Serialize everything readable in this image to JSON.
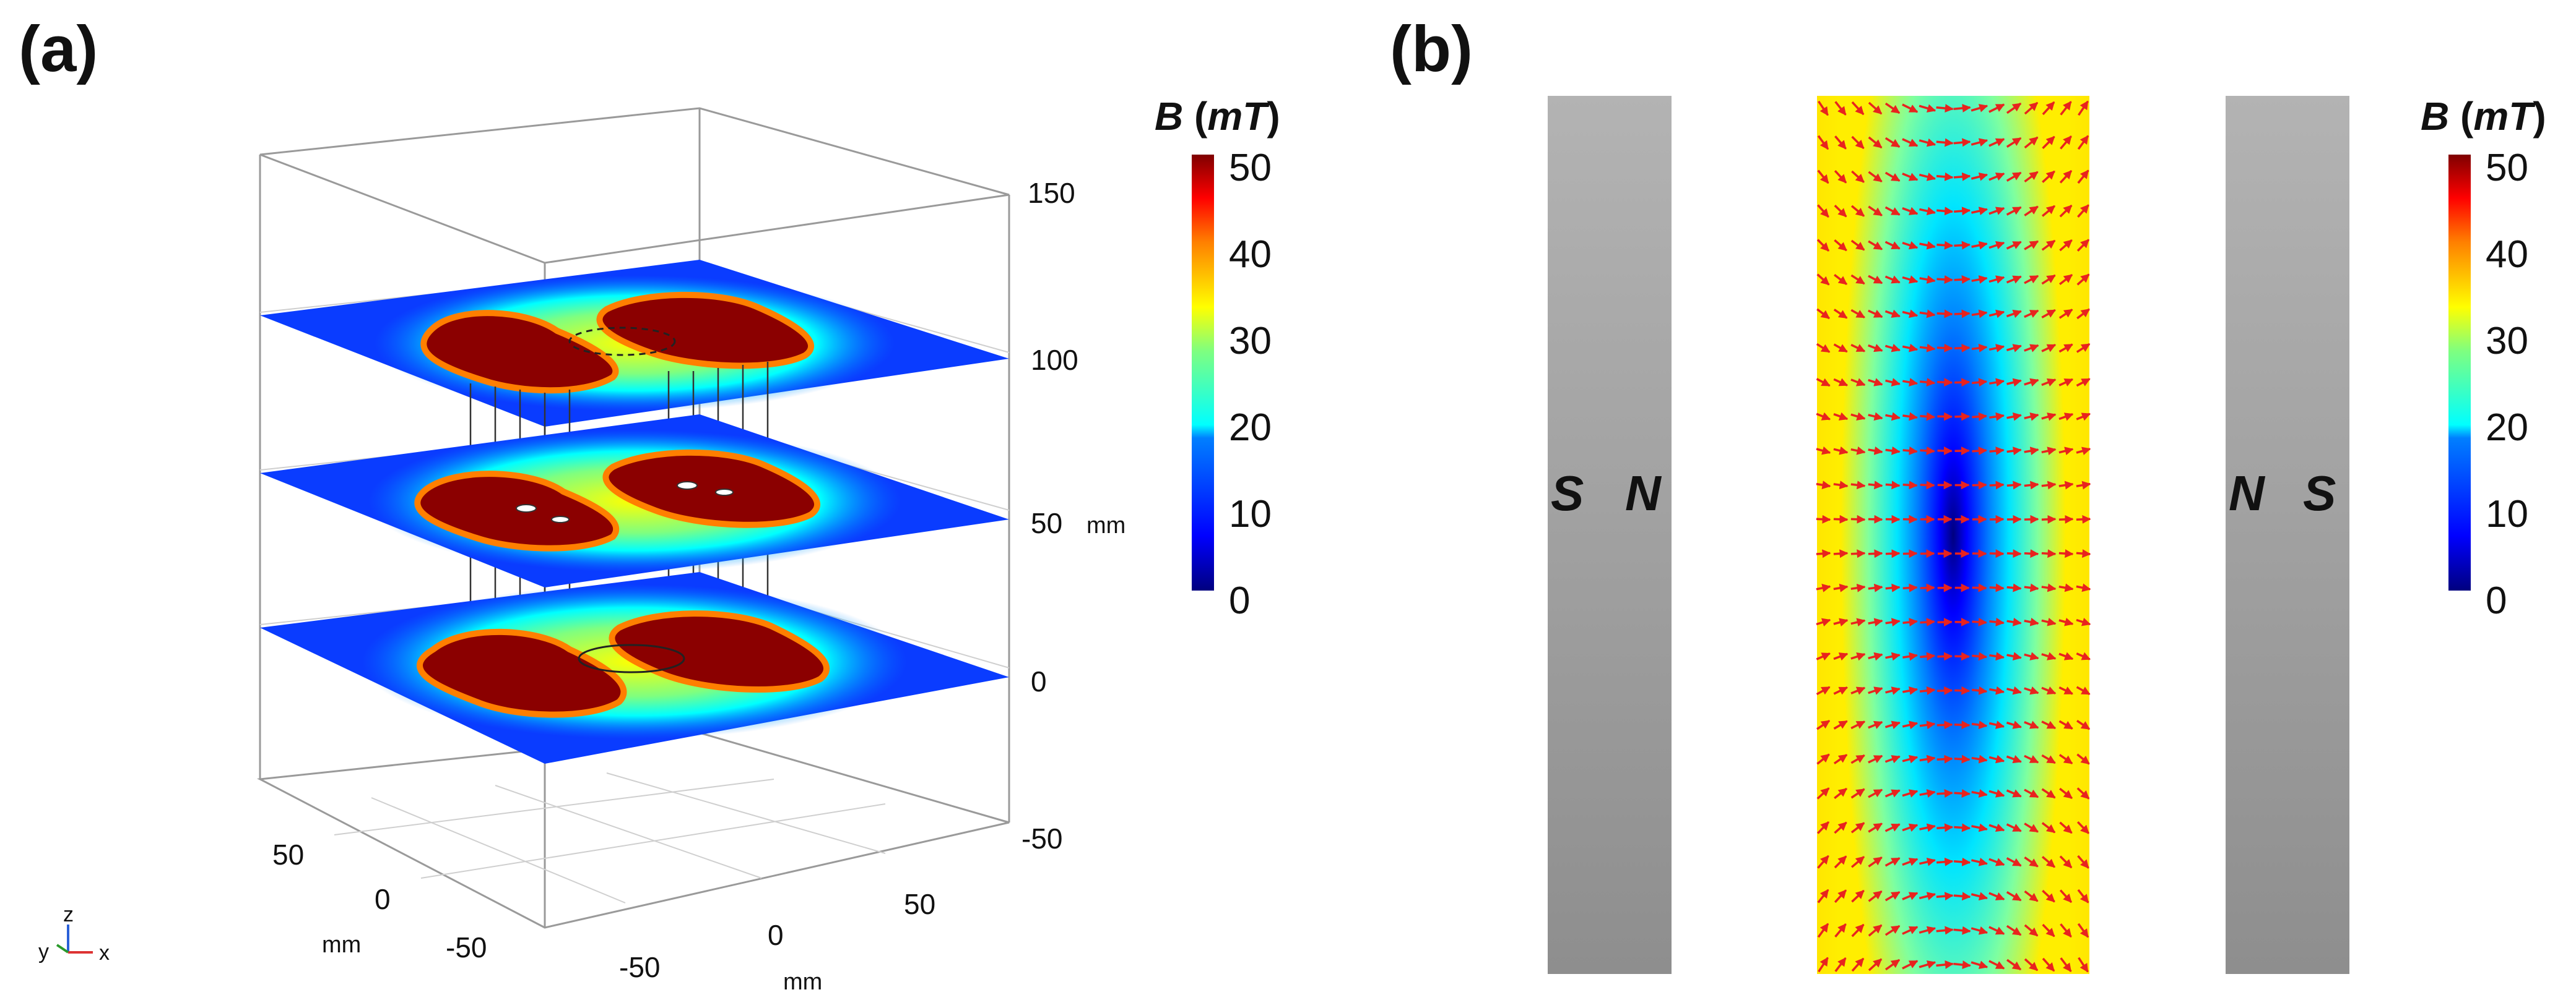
{
  "panels": {
    "a": {
      "label": "(a)",
      "z_ticks": [
        "150",
        "100",
        "50",
        "0",
        "-50"
      ],
      "z_unit": "mm",
      "y_ticks": [
        "50",
        "0",
        "-50"
      ],
      "y_unit": "mm",
      "x_ticks": [
        "-50",
        "0",
        "50"
      ],
      "x_unit": "mm",
      "triad": {
        "z": "z",
        "y": "y",
        "x": "x"
      },
      "colorbar": {
        "title_symbol": "B",
        "title_open": " (",
        "title_unit": "mT",
        "title_close": ")",
        "ticks": [
          "50",
          "40",
          "30",
          "20",
          "10",
          "0"
        ]
      }
    },
    "b": {
      "label": "(b)",
      "left_magnet": {
        "outer": "S",
        "inner": "N"
      },
      "right_magnet": {
        "inner": "N",
        "outer": "S"
      },
      "colorbar": {
        "title_symbol": "B",
        "title_open": " (",
        "title_unit": "mT",
        "title_close": ")",
        "ticks": [
          "50",
          "40",
          "30",
          "20",
          "10",
          "0"
        ]
      }
    }
  },
  "colors": {
    "jet": [
      "#00007f",
      "#0000ff",
      "#007fff",
      "#00ffff",
      "#7fff7f",
      "#ffff00",
      "#ff7f00",
      "#ff0000",
      "#7f0000"
    ],
    "magnet_gray": "#a3a3a3",
    "arrow_red": "#e8231e",
    "lobe": "#8b0000"
  }
}
